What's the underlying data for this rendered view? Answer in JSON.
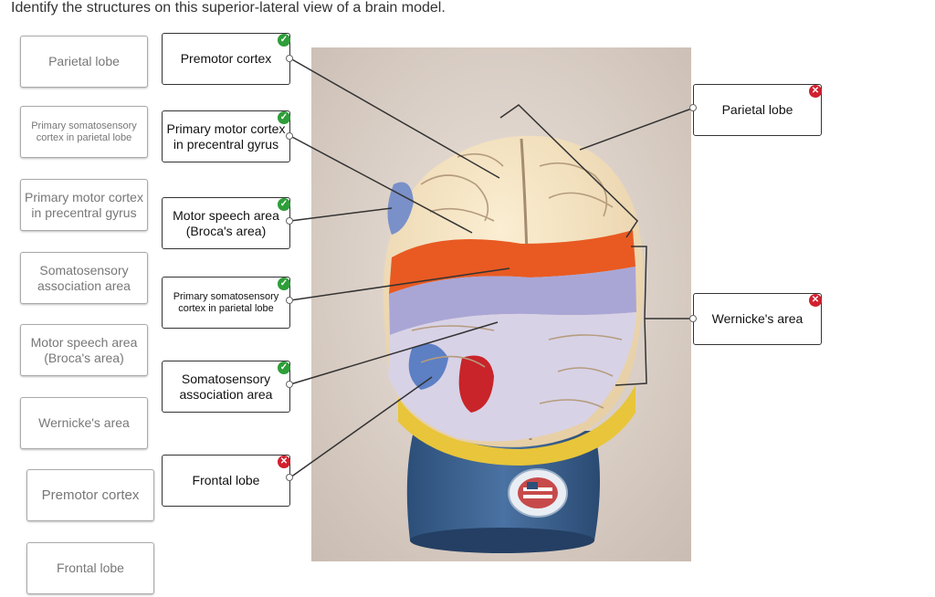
{
  "question": "Identify the structures on this superior-lateral view of a brain model.",
  "bank": [
    "Parietal lobe",
    "Primary somatosensory cortex in parietal lobe",
    "Primary motor cortex in precentral gyrus",
    "Somatosensory association area",
    "Motor speech area (Broca's area)",
    "Wernicke's area",
    "Premotor cortex",
    "Frontal lobe"
  ],
  "slots": [
    {
      "label": "Premotor cortex",
      "status": "correct",
      "status_icon": "check-icon"
    },
    {
      "label": "Primary motor cortex in precentral gyrus",
      "status": "correct",
      "status_icon": "check-icon"
    },
    {
      "label": "Motor speech area (Broca's area)",
      "status": "correct",
      "status_icon": "check-icon"
    },
    {
      "label": "Primary somatosensory cortex in parietal lobe",
      "status": "correct",
      "status_icon": "check-icon"
    },
    {
      "label": "Somatosensory association area",
      "status": "correct",
      "status_icon": "check-icon"
    },
    {
      "label": "Frontal lobe",
      "status": "incorrect",
      "status_icon": "x-icon"
    },
    {
      "label": "Parietal lobe",
      "status": "incorrect",
      "status_icon": "x-icon"
    },
    {
      "label": "Wernicke's area",
      "status": "incorrect",
      "status_icon": "x-icon"
    }
  ],
  "colors": {
    "correct": "#2e9e3a",
    "incorrect": "#d0202e",
    "leader_line": "#333333"
  }
}
